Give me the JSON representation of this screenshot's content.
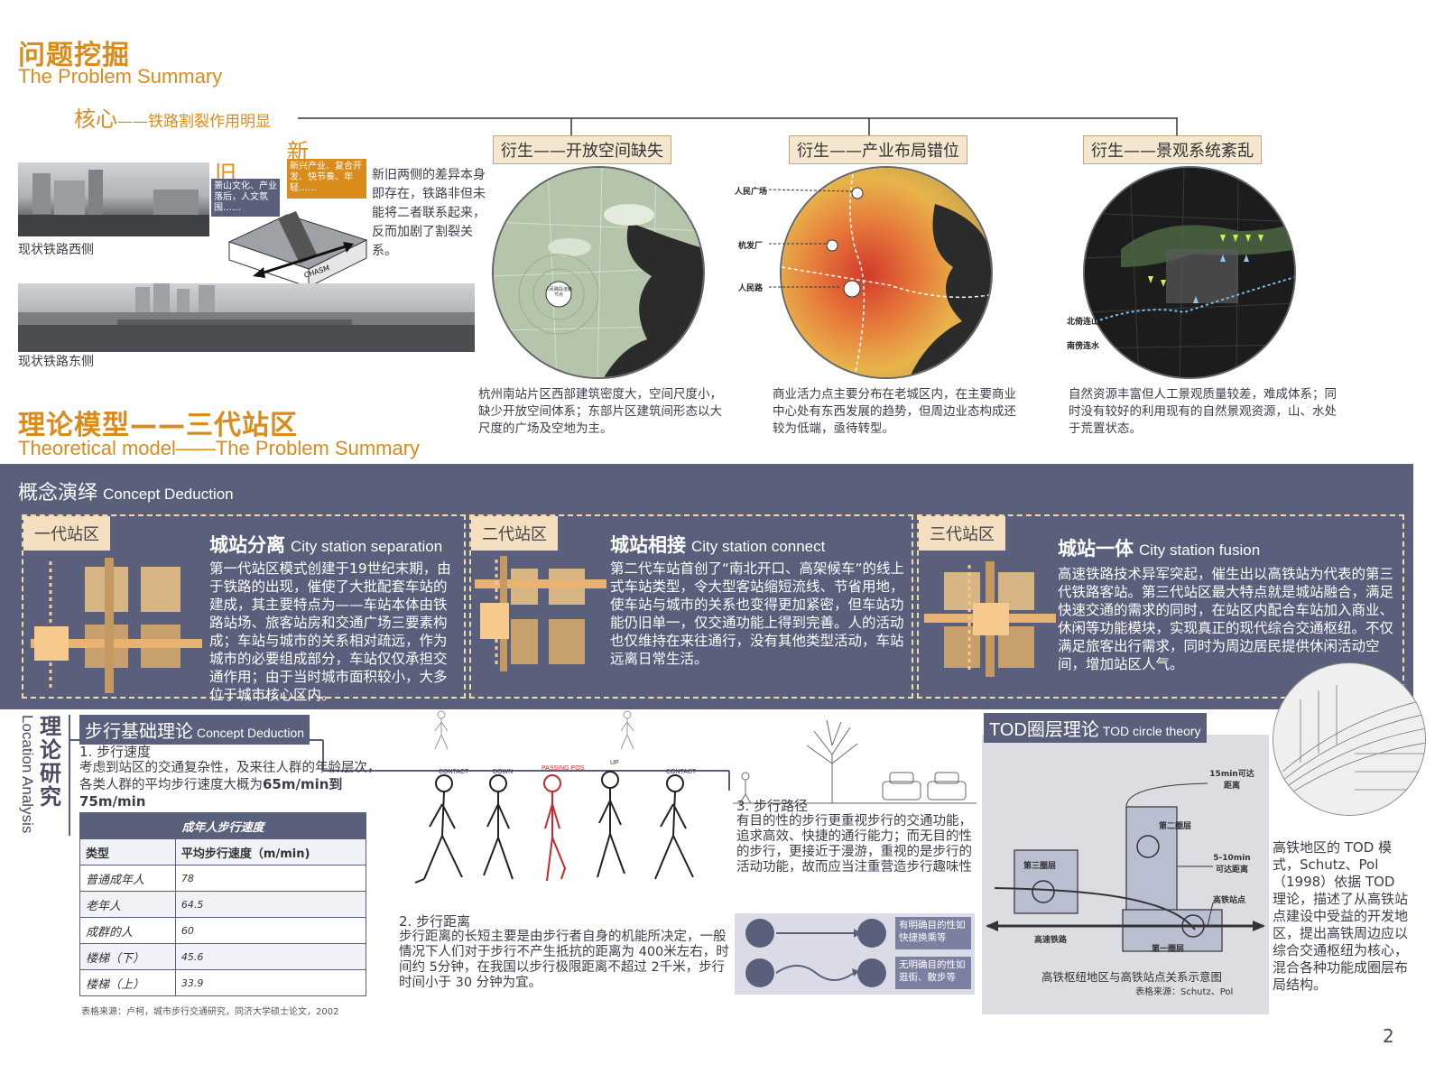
{
  "page_number": "2",
  "problem": {
    "title_cn": "问题挖掘",
    "title_en": "The Problem Summary",
    "core_label": "核心",
    "core_text": "——铁路割裂作用明显",
    "old_label": "旧",
    "old_text": "萧山文化、产业落后，人文氛围……",
    "new_label": "新",
    "new_text": "新兴产业、复合开发、快节奏、年轻……",
    "diagram_text": "CHASM",
    "desc": "新旧两侧的差异本身即存在，铁路非但未能将二者联系起来，反而加剧了割裂关系。",
    "west_caption": "现状铁路西侧",
    "east_caption": "现状铁路东侧",
    "branches": [
      {
        "label": "衍生——开放空间缺失",
        "desc": "杭州南站片区西部建筑密度大，空间尺度小，缺少开放空间体系；东部片区建筑间形态以大尺度的广场及空地为主。",
        "center_label": "人民路段道路节点"
      },
      {
        "label": "衍生——产业布局错位",
        "desc": "商业活力点主要分布在老城区内，在主要商业中心处有东西发展的趋势，但周边业态构成还较为低端，亟待转型。",
        "points": [
          "人民广场",
          "杭发厂",
          "人民路"
        ]
      },
      {
        "label": "衍生——景观系统紊乱",
        "desc": "自然资源丰富但人工景观质量较差，难成体系；同时没有较好的利用现有的自然景观资源，山、水处于荒置状态。",
        "points": [
          "北倚连山",
          "南傍连水"
        ]
      }
    ]
  },
  "theory": {
    "title_cn": "理论模型——三代站区",
    "title_en": "Theoretical model——The Problem Summary"
  },
  "concept": {
    "title_cn": "概念演绎",
    "title_en": "Concept Deduction",
    "generations": [
      {
        "tag": "一代站区",
        "head_cn": "城站分离",
        "head_en": "City station separation",
        "text": "第一代站区模式创建于19世纪末期，由于铁路的出现，催使了大批配套车站的建成，其主要特点为——车站本体由铁路站场、旅客站房和交通广场三要素构成；车站与城市的关系相对疏远，作为城市的必要组成部分，车站仅仅承担交通作用；由于当时城市面积较小，大多位于城市核心区内。"
      },
      {
        "tag": "二代站区",
        "head_cn": "城站相接",
        "head_en": "City station connect",
        "text": "第二代车站首创了“南北开口、高架候车”的线上式车站类型，令大型客站缩短流线、节省用地，使车站与城市的关系也变得更加紧密，但车站功能仍旧单一，仅交通功能上得到完善。人的活动也仅维持在来往通行，没有其他类型活动，车站远离日常生活。"
      },
      {
        "tag": "三代站区",
        "head_cn": "城站一体",
        "head_en": "City station fusion",
        "text": "高速铁路技术异军突起，催生出以高铁站为代表的第三代铁路客站。第三代站区最大特点就是城站融合，满足快速交通的需求的同时，在站区内配合车站加入商业、休闲等功能模块，实现真正的现代综合交通枢纽。不仅满足旅客出行需求，同时为周边居民提供休闲活动空间，增加站区人气。"
      }
    ]
  },
  "location": {
    "vertical_cn": "理论研究",
    "vertical_en": "Location Analysis",
    "walk_title_cn": "步行基础理论",
    "walk_title_en": "Concept Deduction",
    "speed_heading": "1. 步行速度",
    "speed_text": "考虑到站区的交通复杂性，及来往人群的年龄层次，各类人群的平均步行速度大概为",
    "speed_value": "65m/min到75m/min",
    "table": {
      "caption": "成年人步行速度",
      "col1": "类型",
      "col2": "平均步行速度（m/min)",
      "rows": [
        {
          "name": "普通成年人",
          "val": "78"
        },
        {
          "name": "老年人",
          "val": "64.5"
        },
        {
          "name": "成群的人",
          "val": "60"
        },
        {
          "name": "楼梯（下）",
          "val": "45.6"
        },
        {
          "name": "楼梯（上）",
          "val": "33.9"
        }
      ],
      "source": "表格来源：卢柯，城市步行交通研究，同济大学硕士论文，2002"
    },
    "gait_labels": [
      "CONTACT",
      "DOWN",
      "PASSING POS",
      "UP",
      "CONTACT"
    ],
    "distance_heading": "2. 步行距离",
    "distance_text": "步行距离的长短主要是由步行者自身的机能所决定，一般情况下人们对于步行不产生抵抗的距离为 400米左右，时间约 5分钟，在我国以步行极限距离不超过 2千米，步行时间小于 30 分钟为宜。",
    "path_heading": "3. 步行路径",
    "path_text": "有目的性的步行更重视步行的交通功能，追求高效、快捷的通行能力；而无目的性的步行，更接近于漫游，重视的是步行的活动功能，故而应当注重营造步行趣味性",
    "path_labels": [
      "有明确目的性如快捷换乘等",
      "无明确目的性如逛街、散步等"
    ],
    "tod_title_cn": "TOD圈层理论",
    "tod_title_en": "TOD circle theory",
    "tod_labels": {
      "t15": "15min可达距离",
      "t510": "5-10min可达距离",
      "station": "高铁站点",
      "rail": "高速铁路",
      "ring1": "第一圈层",
      "ring2": "第二圈层",
      "ring3": "第三圈层"
    },
    "tod_caption": "高铁枢纽地区与高铁站点关系示意图",
    "tod_source": "表格来源：Schutz、Pol",
    "tod_text": "高铁地区的 TOD 模式，Schutz、Pol（1998）依据 TOD 理论，描述了从高铁站点建设中受益的开发地区，提出高铁周边应以综合交通枢纽为核心，混合各种功能成圈层布局结构。"
  },
  "colors": {
    "accent_orange": "#d98b1c",
    "band_navy": "#5a5f7c",
    "block_tan": "#d6b484",
    "station_peach": "#f6c98c"
  }
}
